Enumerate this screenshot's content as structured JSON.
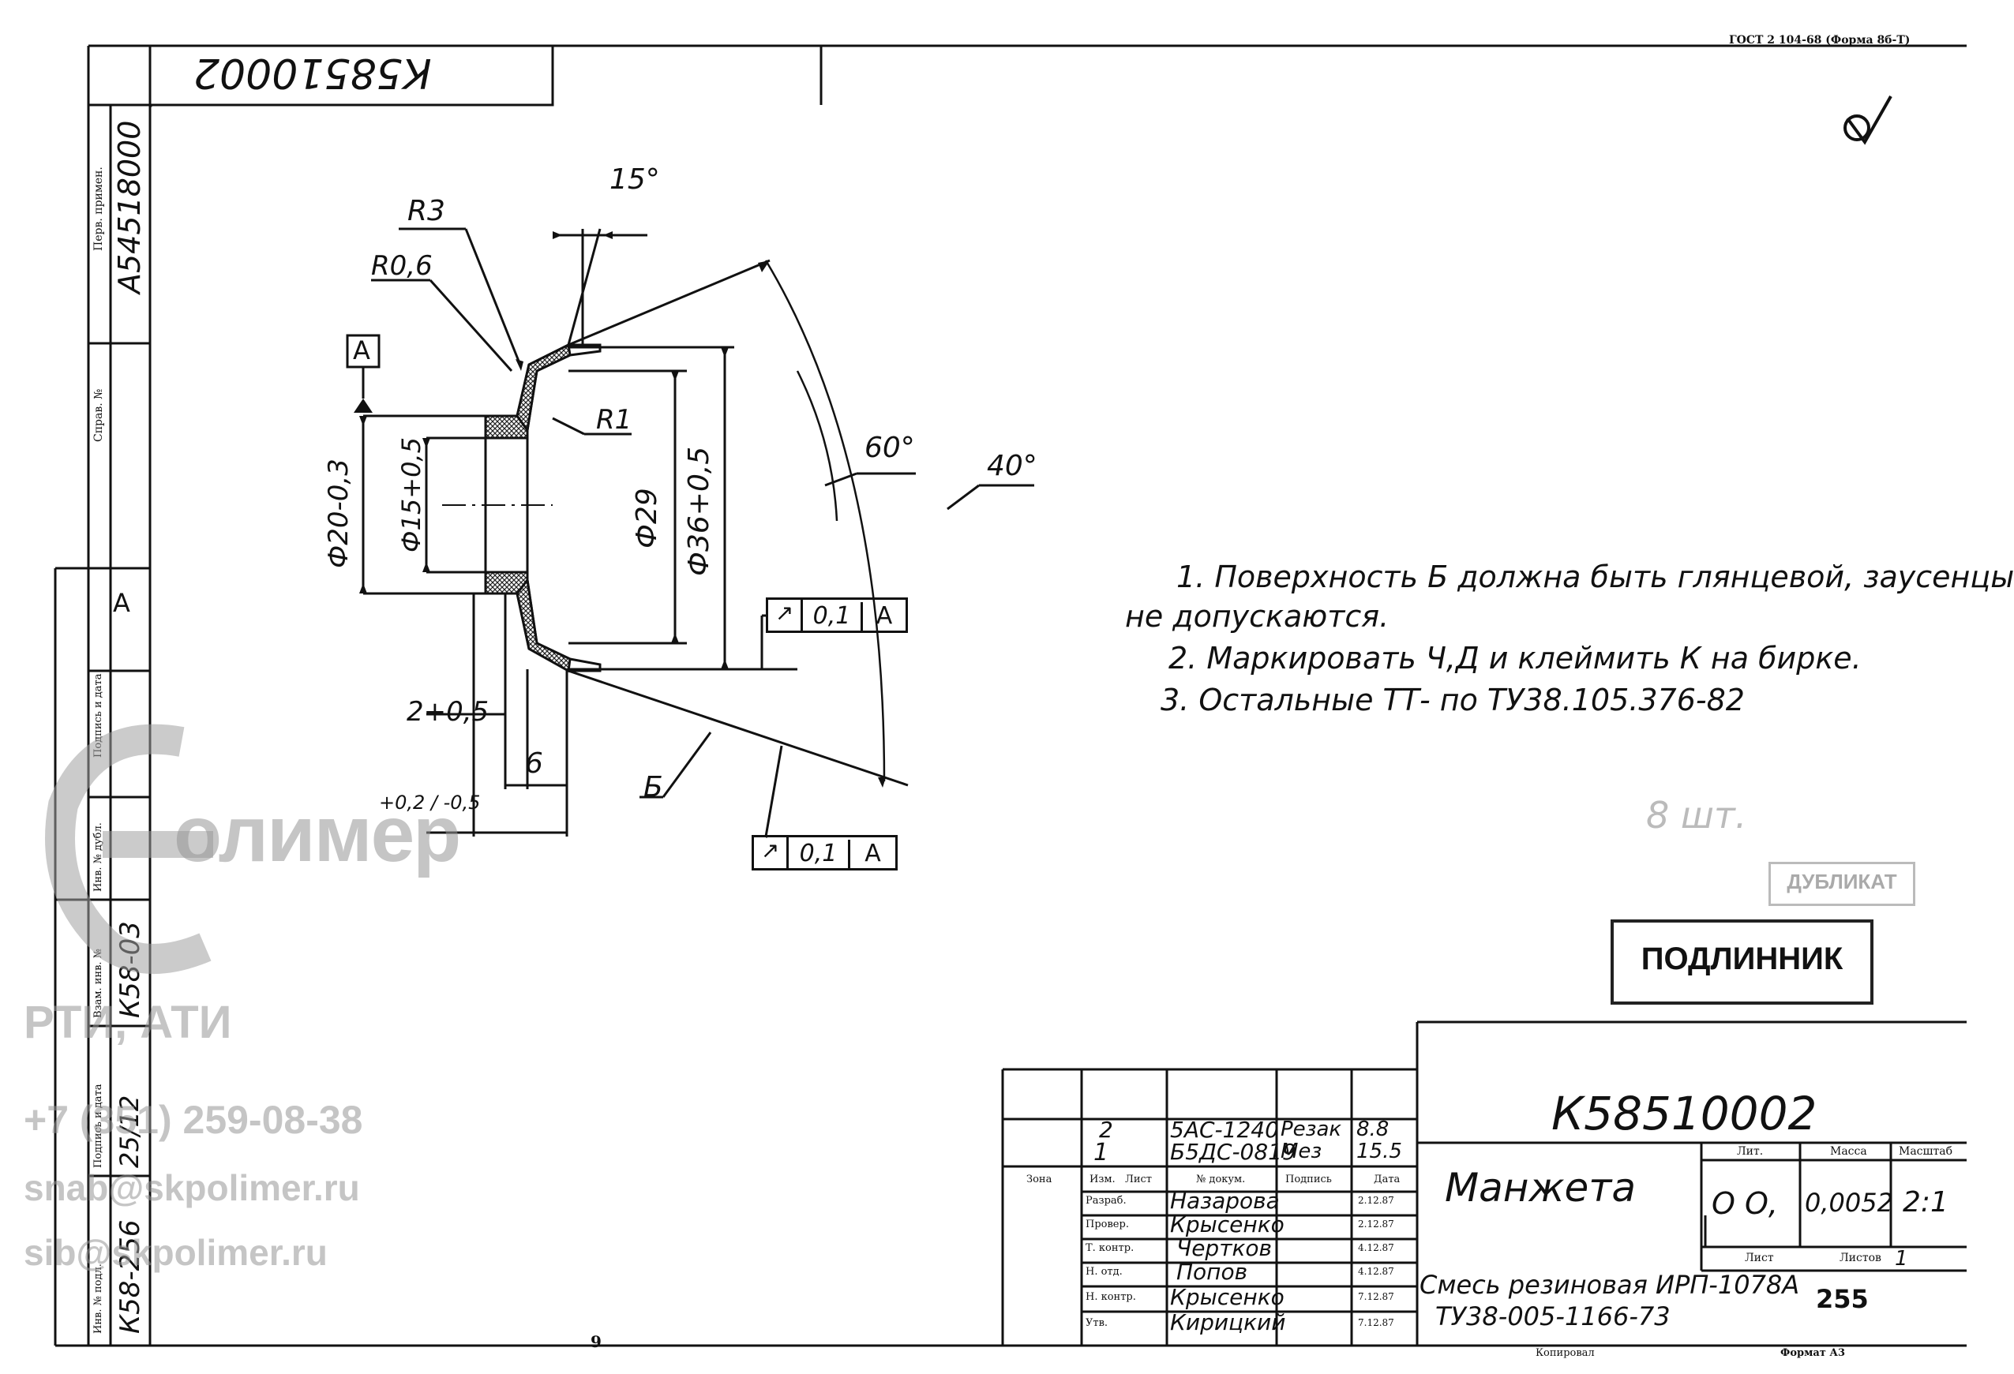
{
  "header": {
    "gost_form": "ГОСТ 2 104-68 (Форма 8б-Т)",
    "top_code_rotated": "К58510002"
  },
  "left_margin": {
    "first_use_label": "Перв. примен.",
    "first_use_value": "А54518000",
    "ref_no_label": "Справ. №",
    "letter_a": "А",
    "sign_date_label": "Подпись и дата",
    "inv_dup_label": "Инв. № дубл.",
    "inv_dup_value": "К58-03",
    "inv_replace_label": "Взам. инв. №",
    "sign_date_label_2": "Подпись и дата",
    "sign_date_value": "25/12",
    "inv_orig_label": "Инв. № подл.",
    "inv_orig_value": "К58-256"
  },
  "drawing": {
    "angle_15": "15°",
    "r3": "R3",
    "r06": "R0,6",
    "datum_a": "A",
    "r1": "R1",
    "angle_60": "60°",
    "angle_40": "40°",
    "dia_20": "Ф20-0,3",
    "dia_15": "Ф15+0,5",
    "dia_29": "Ф29",
    "dia_36": "Ф36+0,5",
    "dim_2": "2+0,5",
    "dim_6": "6",
    "dim_12": "+0,2 / -0,5",
    "surface_b": "Б",
    "tolerance_1": {
      "sym": "↗",
      "value": "0,1",
      "datum": "А"
    },
    "tolerance_2": {
      "sym": "↗",
      "value": "0,1",
      "datum": "А"
    },
    "surface_mark": "∇"
  },
  "notes": [
    "1. Поверхность Б должна быть глянцевой, заусенцы",
    "не допускаются.",
    "2. Маркировать Ч,Д и клеймить К на бирке.",
    "3. Остальные ТТ- по ТУ38.105.376-82"
  ],
  "stamps": {
    "podlinnik": "ПОДЛИННИК",
    "dublikat": "ДУБЛИКАТ",
    "pencil": "8 шт."
  },
  "watermark": {
    "brand": "олимер",
    "company": "РТИ, АТИ",
    "phone": "+7 (351) 259-08-38",
    "email_1": "snab@skpolimer.ru",
    "email_2": "sib@skpolimer.ru"
  },
  "title_block": {
    "designation": "К58510002",
    "name": "Манжета",
    "material_1": "Смесь резиновая ИРП-1078А",
    "material_2": "ТУ38-005-1166-73",
    "lit_label": "Лит.",
    "lit_value": "О О,",
    "mass_label": "Масса",
    "mass_value": "0,0052",
    "scale_label": "Масштаб",
    "scale_value": "2:1",
    "sheet_label": "Лист",
    "sheets_label": "Листов",
    "sheets_value": "1",
    "sheet_number": "255",
    "copied": "Копировал",
    "format": "Формат А3",
    "col_zone": "Зона",
    "col_change": "Изм.",
    "col_sheet": "Лист",
    "col_doc": "№ докум.",
    "col_sign": "Подпись",
    "col_date": "Дата",
    "change_rows": [
      {
        "chg": "2",
        "doc": "5АС-1240",
        "sign": "Резак",
        "date": "8.8"
      },
      {
        "chg": "1",
        "doc": "Б5ДС-0819",
        "sign": "Мез",
        "date": "15.5"
      }
    ],
    "roles": [
      {
        "role": "Разраб.",
        "name": "Назарова",
        "date": "2.12.87"
      },
      {
        "role": "Провер.",
        "name": "Крысенко",
        "date": "2.12.87"
      },
      {
        "role": "Т. контр.",
        "name": "Чертков",
        "date": "4.12.87"
      },
      {
        "role": "Н. отд.",
        "name": "Попов",
        "date": "4.12.87"
      },
      {
        "role": "Н. контр.",
        "name": "Крысенко",
        "date": "7.12.87"
      },
      {
        "role": "Утв.",
        "name": "Кирицкий",
        "date": "7.12.87"
      }
    ]
  },
  "page_number_bottom": "9"
}
